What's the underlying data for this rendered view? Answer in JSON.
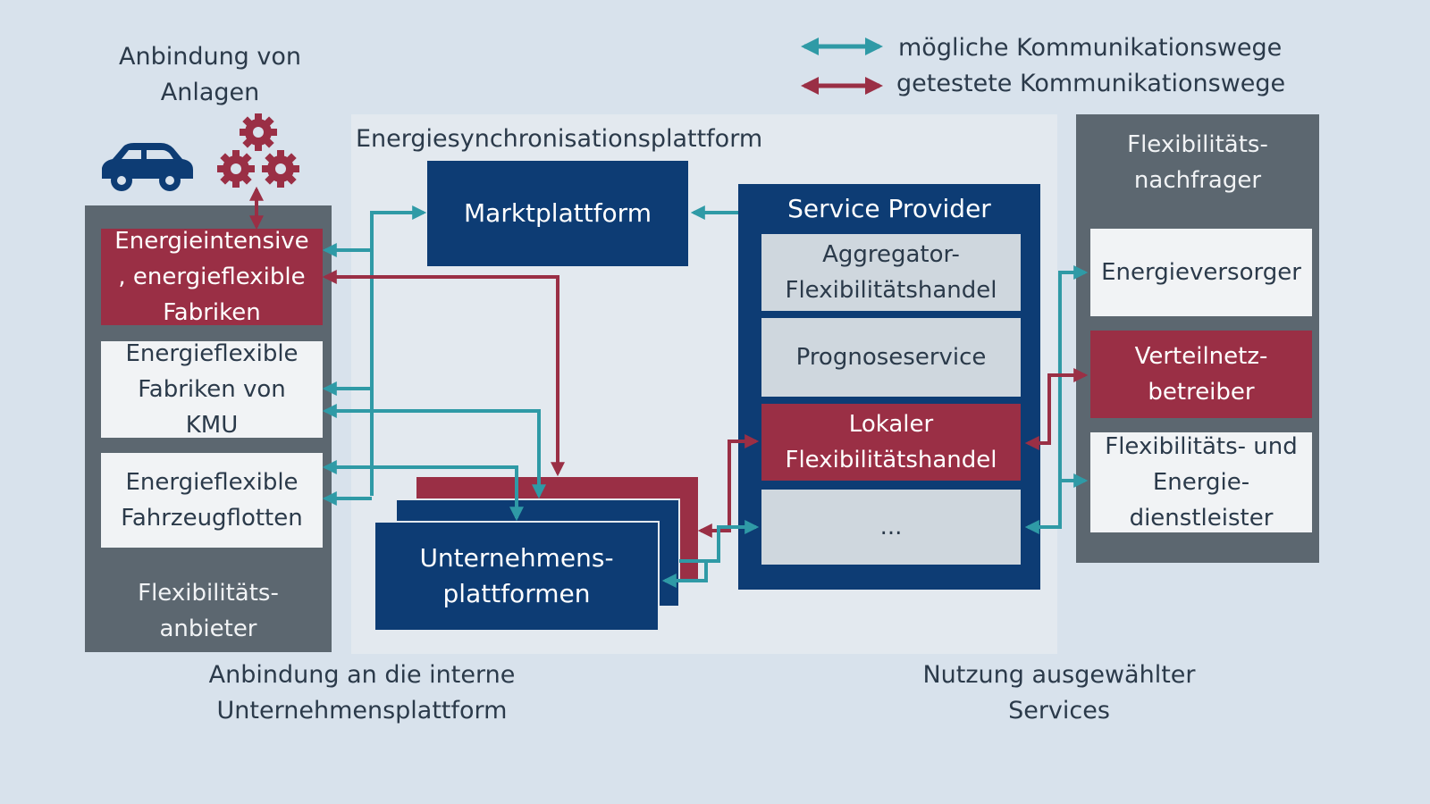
{
  "legend": {
    "possible_label": "mögliche Kommunikationswege",
    "tested_label": "getestete Kommunikationswege"
  },
  "colors": {
    "possible": "#2f9aa6",
    "tested": "#9a2f45",
    "navy": "#0d3c74",
    "gray": "#5c6770"
  },
  "top_left_caption": {
    "line1": "Anbindung von",
    "line2": "Anlagen"
  },
  "icons": {
    "car": "car-icon",
    "gears": "gears-icon"
  },
  "platform_title": "Energiesynchronisationsplattform",
  "left_panel": {
    "items": [
      {
        "line1": "Energieintensive",
        "line2": ", energieflexible",
        "line3": "Fabriken"
      },
      {
        "line1": "Energieflexible",
        "line2": "Fabriken von",
        "line3": "KMU"
      },
      {
        "line1": "Energieflexible",
        "line2": "Fahrzeugflotten"
      }
    ],
    "footer": {
      "line1": "Flexibilitäts-",
      "line2": "anbieter"
    }
  },
  "marktplattform": "Marktplattform",
  "unternehmensplattformen": {
    "line1": "Unternehmens-",
    "line2": "plattformen"
  },
  "service_provider": {
    "title": "Service Provider",
    "items": [
      {
        "line1": "Aggregator-",
        "line2": "Flexibilitätshandel"
      },
      {
        "line1": "Prognoseservice"
      },
      {
        "line1": "Lokaler",
        "line2": "Flexibilitätshandel"
      },
      {
        "line1": "..."
      }
    ]
  },
  "right_panel": {
    "header": {
      "line1": "Flexibilitäts-",
      "line2": "nachfrager"
    },
    "items": [
      {
        "line1": "Energieversorger"
      },
      {
        "line1": "Verteilnetz-",
        "line2": "betreiber"
      },
      {
        "line1": "Flexibilitäts-  und",
        "line2": "Energie-",
        "line3": "dienstleister"
      }
    ]
  },
  "bottom_left_caption": {
    "line1": "Anbindung  an die interne",
    "line2": "Unternehmensplattform"
  },
  "bottom_right_caption": {
    "line1": "Nutzung  ausgewählter",
    "line2": "Services"
  }
}
